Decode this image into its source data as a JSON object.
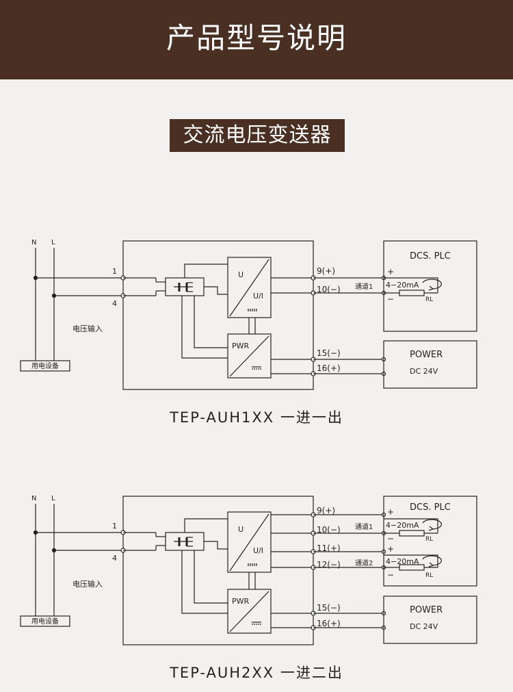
{
  "header": {
    "title": "产品型号说明"
  },
  "section": {
    "title": "交流电压变送器"
  },
  "diagrams": [
    {
      "model": "TEP-AUH1XX 一进一出",
      "supply": {
        "n": "N",
        "l": "L",
        "equipment": "用电设备"
      },
      "input": {
        "terminal1": "1",
        "terminal4": "4",
        "label": "电压输入"
      },
      "module": {
        "u": "U",
        "ui": "U/I",
        "pwr": "PWR"
      },
      "outputs": [
        {
          "plus": "9(+)",
          "minus": "10(−)",
          "channel": "通道1",
          "range": "4−20mA",
          "load": "RL"
        }
      ],
      "dcs": {
        "title": "DCS. PLC",
        "plus": "+",
        "minus": "−"
      },
      "power": {
        "plus": "15(−)",
        "minus": "16(+)",
        "title": "POWER",
        "spec": "DC 24V"
      }
    },
    {
      "model": "TEP-AUH2XX 一进二出",
      "supply": {
        "n": "N",
        "l": "L",
        "equipment": "用电设备"
      },
      "input": {
        "terminal1": "1",
        "terminal4": "4",
        "label": "电压输入"
      },
      "module": {
        "u": "U",
        "ui": "U/I",
        "pwr": "PWR"
      },
      "outputs": [
        {
          "plus": "9(+)",
          "minus": "10(−)",
          "channel": "通道1",
          "range": "4−20mA",
          "load": "RL"
        },
        {
          "plus": "11(+)",
          "minus": "12(−)",
          "channel": "通道2",
          "range": "4−20mA",
          "load": "RL"
        }
      ],
      "dcs": {
        "title": "DCS. PLC",
        "plus": "+",
        "minus": "−"
      },
      "power": {
        "plus": "15(−)",
        "minus": "16(+)",
        "title": "POWER",
        "spec": "DC 24V"
      }
    }
  ]
}
